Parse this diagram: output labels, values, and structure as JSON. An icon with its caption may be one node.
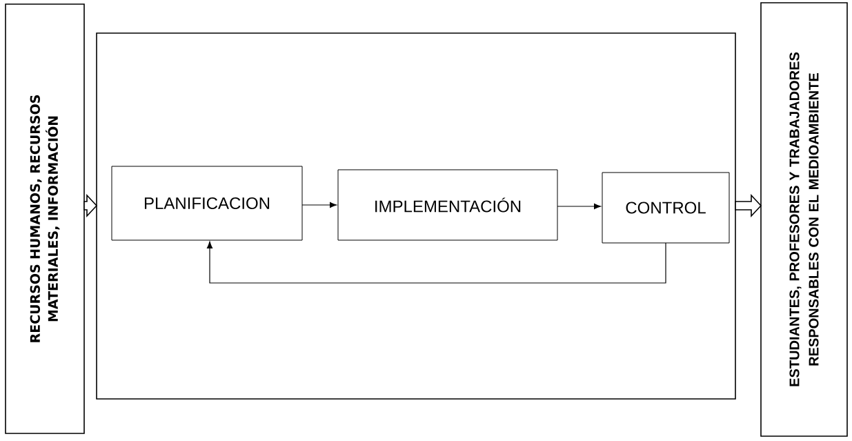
{
  "diagram": {
    "nodes": [
      {
        "text": [
          "RECURSOS HUMANOS, RECURSOS MATERIALES, INFORMACIÓN"
        ]
      },
      {
        "text": [],
        "shape": "box"
      },
      {
        "text": [
          "PLANIFICACION"
        ],
        "in": 1
      },
      {
        "text": [
          "IMPLEMENTACIÓN"
        ],
        "in": 1
      },
      {
        "text": [
          "CONTROL"
        ],
        "in": 1
      },
      {
        "text": [
          "ESTUDIANTES,  PROFESORES  Y TRABAJADORES  RESPONSABLES  CON EL MEDIOAMBIENTE"
        ]
      }
    ],
    "edges": [
      {
        "from": 0,
        "to": 1,
        "arrow": "to",
        "style": "thick"
      },
      {
        "from": 2,
        "to": 3,
        "arrow": "to"
      },
      {
        "from": 3,
        "to": 4,
        "arrow": "to"
      },
      {
        "from": 4,
        "to": 2,
        "arrow": "to"
      },
      {
        "from": 1,
        "to": 5,
        "arrow": "to",
        "style": "thick"
      }
    ]
  }
}
